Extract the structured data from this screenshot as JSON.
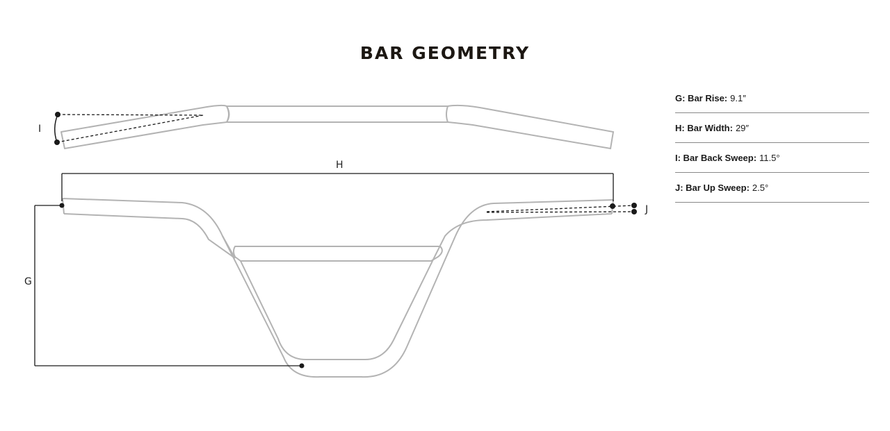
{
  "title": "BAR GEOMETRY",
  "dimension_letters": {
    "i": "I",
    "h": "H",
    "j": "J",
    "g": "G"
  },
  "specs": [
    {
      "label": "G: Bar Rise:",
      "value": "9.1″"
    },
    {
      "label": "H: Bar Width:",
      "value": "29″"
    },
    {
      "label": "I: Bar Back Sweep:",
      "value": "11.5°"
    },
    {
      "label": "J: Bar Up Sweep:",
      "value": "2.5°"
    }
  ],
  "colors": {
    "outline": "#b3b3b3",
    "dimension": "#1a1a1a",
    "title": "#1c1712"
  }
}
